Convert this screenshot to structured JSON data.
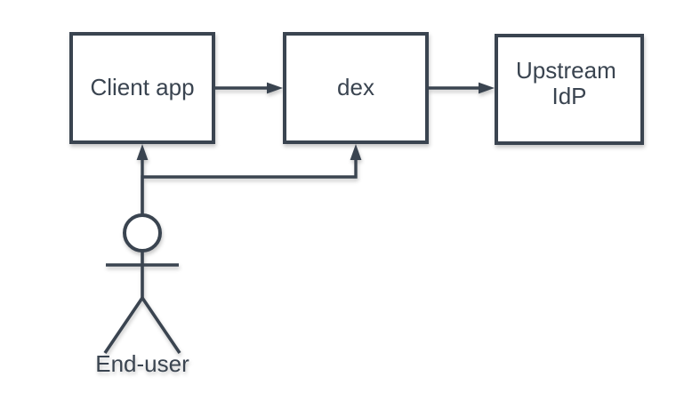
{
  "diagram": {
    "colors": {
      "background": "#ffffff",
      "stroke": "#3a4450",
      "text": "#3a4450",
      "node_fill": "#ffffff"
    },
    "nodes": {
      "client_app": {
        "label": "Client app"
      },
      "dex": {
        "label": "dex"
      },
      "upstream_idp": {
        "label": "Upstream IdP",
        "line1": "Upstream",
        "line2": "IdP"
      },
      "end_user": {
        "label": "End-user",
        "shape": "actor"
      }
    },
    "edges": [
      {
        "from": "Client app",
        "to": "dex"
      },
      {
        "from": "dex",
        "to": "Upstream IdP"
      },
      {
        "from": "End-user",
        "to": "Client app"
      },
      {
        "from": "End-user",
        "to": "dex"
      }
    ]
  }
}
